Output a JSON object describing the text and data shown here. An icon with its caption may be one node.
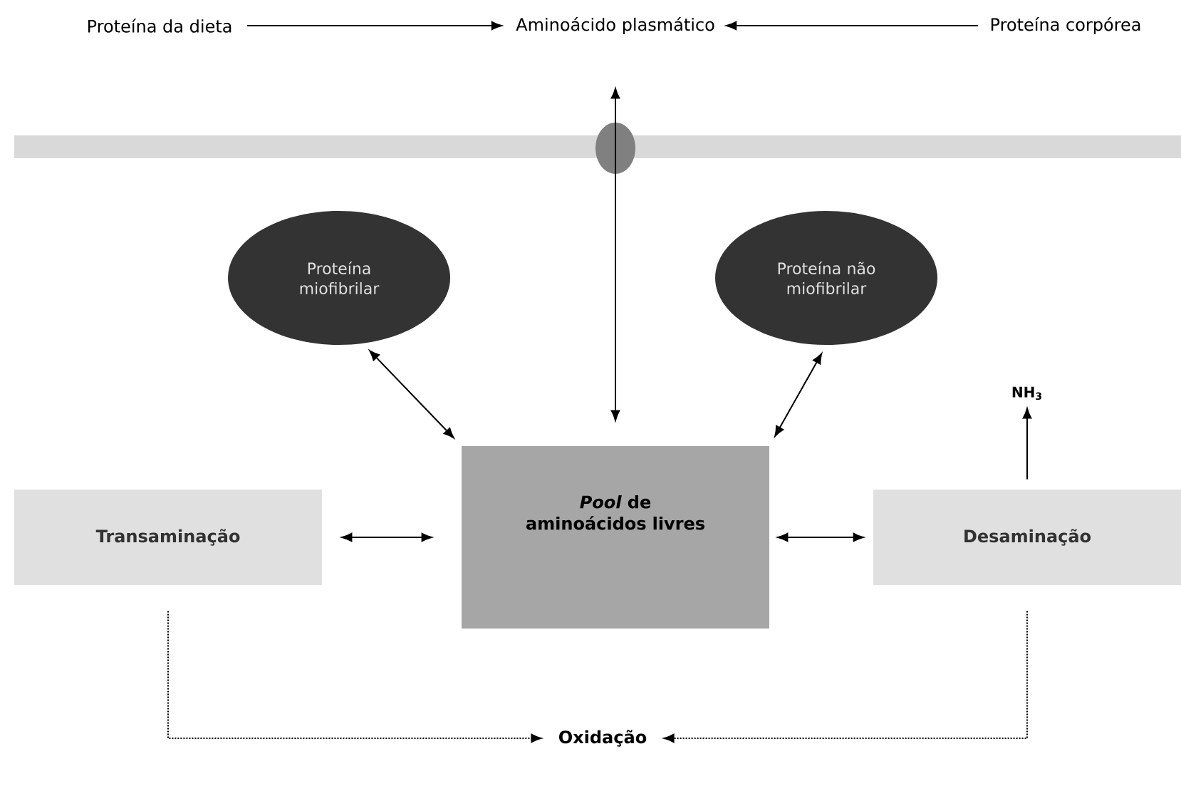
{
  "diagram": {
    "nodes": [
      {
        "text": [
          "Proteína da dieta"
        ]
      },
      {
        "text": [
          "Aminoácido plasmático"
        ]
      },
      {
        "text": [
          "Proteína corpórea"
        ]
      },
      {
        "text": [
          "Proteína miofibrilar"
        ]
      },
      {
        "text": [
          "Proteína não miofibrilar"
        ]
      },
      {
        "text": [
          "*Pool* de aminoácidos livres"
        ]
      },
      {
        "text": [
          "Transaminação"
        ]
      },
      {
        "text": [
          "Desaminação"
        ]
      },
      {
        "text": [
          "NH$_{3}$"
        ]
      },
      {
        "text": [
          "Oxidação"
        ]
      }
    ],
    "edges": [
      {
        "from": 0,
        "to": 1,
        "arrow": "to"
      },
      {
        "from": 2,
        "to": 1,
        "arrow": "to"
      },
      {
        "from": 5,
        "to": 1,
        "arrow": "both"
      },
      {
        "from": 3,
        "to": 5,
        "arrow": "both"
      },
      {
        "from": 4,
        "to": 5,
        "arrow": "both"
      },
      {
        "from": 6,
        "to": 5,
        "arrow": "both"
      },
      {
        "from": 5,
        "to": 7,
        "arrow": "both"
      },
      {
        "from": 7,
        "to": 8,
        "arrow": "to"
      },
      {
        "from": 6,
        "to": 9,
        "arrow": "to",
        "style": "dashed"
      },
      {
        "from": 7,
        "to": 9,
        "arrow": "to",
        "style": "dashed"
      }
    ]
  }
}
